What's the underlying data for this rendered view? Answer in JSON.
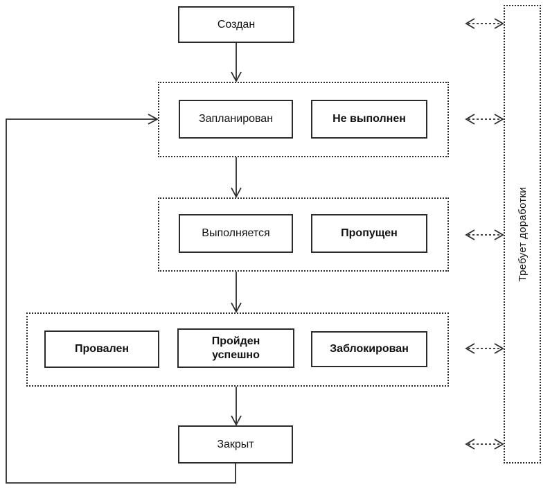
{
  "diagram": {
    "background": "#ffffff",
    "line_color": "#2b2b2b",
    "nodes": {
      "created": {
        "label": "Создан",
        "emphasis": "normal"
      },
      "planned": {
        "label": "Запланирован",
        "emphasis": "normal"
      },
      "not_executed": {
        "label": "Не выполнен",
        "emphasis": "bold"
      },
      "in_progress": {
        "label": "Выполняется",
        "emphasis": "normal"
      },
      "skipped": {
        "label": "Пропущен",
        "emphasis": "bold"
      },
      "failed": {
        "label": "Провален",
        "emphasis": "bold"
      },
      "passed": {
        "label": "Пройден успешно",
        "emphasis": "bold"
      },
      "blocked": {
        "label": "Заблокирован",
        "emphasis": "bold"
      },
      "closed": {
        "label": "Закрыт",
        "emphasis": "normal"
      },
      "rework": {
        "label": "Требует доработки",
        "emphasis": "normal"
      }
    },
    "groups": [
      {
        "name": "planned-stage",
        "members": [
          "planned",
          "not_executed"
        ]
      },
      {
        "name": "execution-stage",
        "members": [
          "in_progress",
          "skipped"
        ]
      },
      {
        "name": "result-stage",
        "members": [
          "failed",
          "passed",
          "blocked"
        ]
      }
    ],
    "edges": [
      {
        "from": "created",
        "to": "planned-stage",
        "style": "solid-arrow"
      },
      {
        "from": "planned-stage",
        "to": "execution-stage",
        "style": "solid-arrow"
      },
      {
        "from": "execution-stage",
        "to": "result-stage",
        "style": "solid-arrow"
      },
      {
        "from": "result-stage",
        "to": "closed",
        "style": "solid-arrow"
      },
      {
        "from": "closed",
        "to": "planned-stage",
        "style": "solid-loop-arrow"
      },
      {
        "from": "created",
        "to": "rework",
        "style": "dashed-double-arrow"
      },
      {
        "from": "planned-stage",
        "to": "rework",
        "style": "dashed-double-arrow"
      },
      {
        "from": "execution-stage",
        "to": "rework",
        "style": "dashed-double-arrow"
      },
      {
        "from": "result-stage",
        "to": "rework",
        "style": "dashed-double-arrow"
      },
      {
        "from": "closed",
        "to": "rework",
        "style": "dashed-double-arrow"
      }
    ]
  }
}
